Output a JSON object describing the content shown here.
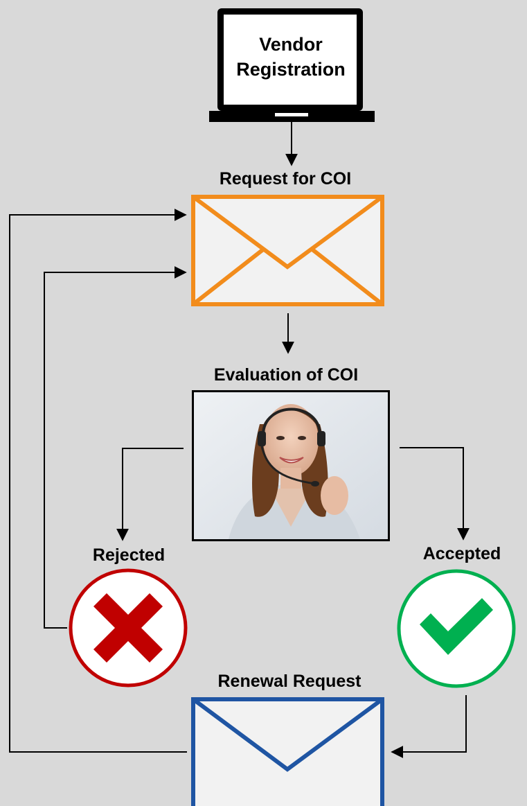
{
  "diagram": {
    "vendor_registration": {
      "line1": "Vendor",
      "line2": "Registration"
    },
    "request_for_coi": {
      "label": "Request for COI"
    },
    "evaluation_of_coi": {
      "label": "Evaluation of COI"
    },
    "rejected": {
      "label": "Rejected"
    },
    "accepted": {
      "label": "Accepted"
    },
    "renewal_request": {
      "label": "Renewal Request"
    }
  },
  "colors": {
    "background": "#d9d9d9",
    "request_envelope": "#f28c1c",
    "renewal_envelope": "#1f55a3",
    "rejected": "#c00000",
    "accepted": "#00b050",
    "connector": "#000000"
  },
  "icons": {
    "vendor_registration": "laptop-icon",
    "request_for_coi": "envelope-icon",
    "evaluation_of_coi": "support-agent-photo",
    "rejected": "x-mark-icon",
    "accepted": "check-mark-icon",
    "renewal_request": "envelope-icon"
  }
}
